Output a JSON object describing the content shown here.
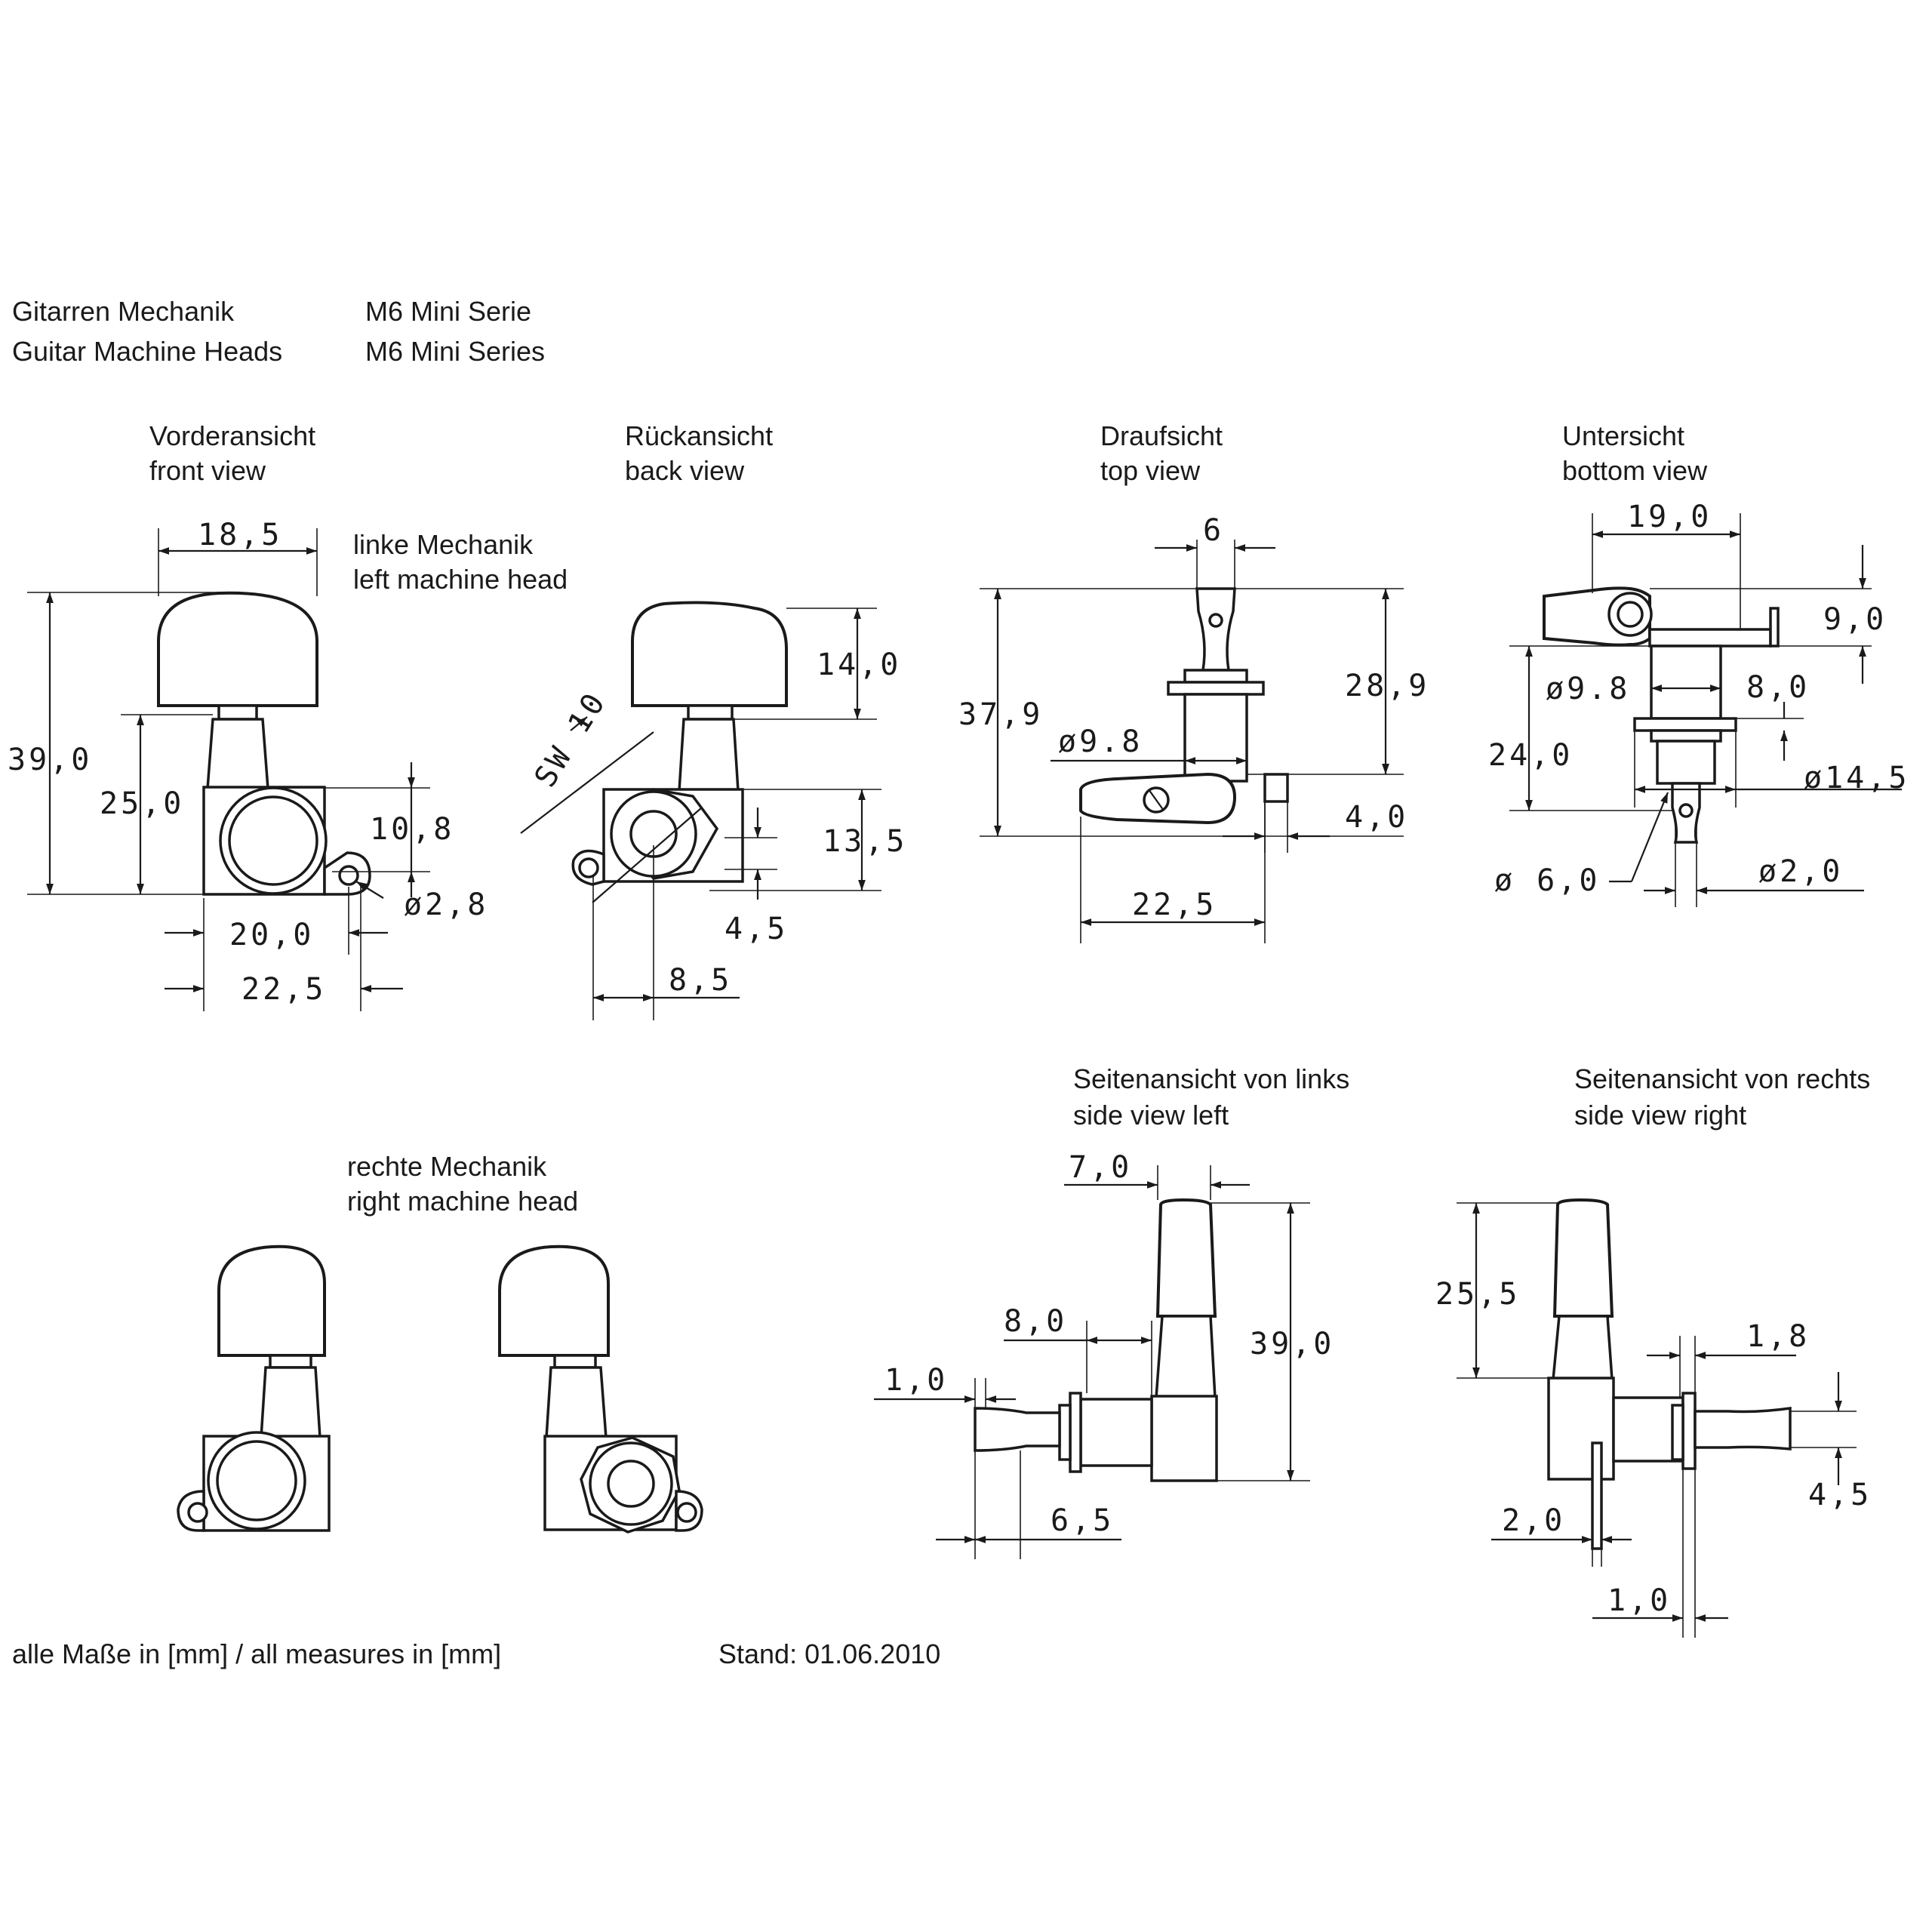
{
  "header": {
    "title_de": "Gitarren Mechanik",
    "title_en": "Guitar Machine Heads",
    "series_de": "M6 Mini Serie",
    "series_en": "M6 Mini Series"
  },
  "views": {
    "front": {
      "de": "Vorderansicht",
      "en": "front view"
    },
    "back": {
      "de": "Rückansicht",
      "en": "back view"
    },
    "top": {
      "de": "Draufsicht",
      "en": "top view"
    },
    "bottom": {
      "de": "Untersicht",
      "en": "bottom view"
    },
    "left_head": {
      "de": "linke Mechanik",
      "en": "left machine head"
    },
    "right_head": {
      "de": "rechte Mechanik",
      "en": "right machine head"
    },
    "side_left": {
      "de": "Seitenansicht von links",
      "en": "side view left"
    },
    "side_right": {
      "de": "Seitenansicht von rechts",
      "en": "side view right"
    }
  },
  "dimensions": {
    "front": {
      "width_knob": "18,5",
      "height_total": "39,0",
      "height_body": "25,0",
      "gear_offset": "10,8",
      "hole_dia": "ø2,8",
      "gear_to_hole": "20,0",
      "overall_width": "22,5"
    },
    "back": {
      "knob_height": "14,0",
      "hex_label": "SW 10",
      "housing_height": "13,5",
      "hole_offset": "4,5",
      "shaft_offset": "8,5"
    },
    "top": {
      "post_width": "6",
      "height_total": "37,9",
      "post_height": "28,9",
      "bushing_dia": "ø9.8",
      "plate": "4,0",
      "width": "22,5"
    },
    "bottom": {
      "width": "19,0",
      "knob_thickness": "9,0",
      "bushing_dia": "ø9.8",
      "bushing_height": "8,0",
      "height": "24,0",
      "washer_dia": "ø14,5",
      "post_dia": "ø 6,0",
      "hole_dia": "ø2,0"
    },
    "side_left": {
      "knob_width": "7,0",
      "height": "39,0",
      "body_offset": "8,0",
      "collar": "1,0",
      "post_length": "6,5"
    },
    "side_right": {
      "knob_height": "25,5",
      "washer": "1,8",
      "hole_offset": "4,5",
      "pin": "2,0",
      "plate": "1,0"
    }
  },
  "footer": {
    "units": "alle Maße in [mm] / all measures in [mm]",
    "date": "Stand: 01.06.2010"
  }
}
